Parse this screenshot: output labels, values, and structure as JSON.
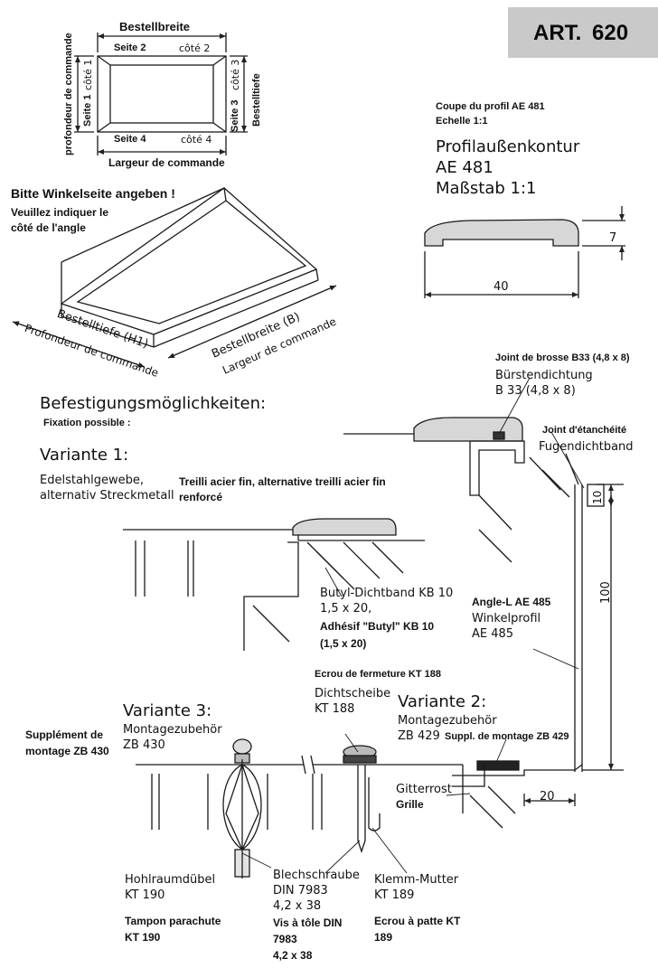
{
  "header": {
    "art_label": "ART.",
    "art_number": "620"
  },
  "order_diagram": {
    "bestellbreite": "Bestellbreite",
    "seite2": "Seite 2",
    "cote2": "côté 2",
    "seite1": "Seite 1",
    "cote1": "côté 1",
    "seite3": "Seite 3",
    "cote3": "côté 3",
    "seite4": "Seite 4",
    "cote4": "côté 4",
    "profondeur": "profondeur de commande",
    "bestelltiefe": "Bestelltiefe",
    "largeur": "Largeur de commande"
  },
  "angle_note": {
    "de": "Bitte Winkelseite angeben !",
    "fr_line1": "Veuillez indiquer le",
    "fr_line2": "côté de l'angle"
  },
  "perspective_labels": {
    "bestellbreite_b": "Bestellbreite (B)",
    "largeur": "Largeur de commande",
    "bestelltiefe_h1": "Bestelltiefe (H1)",
    "profondeur": "Profondeur de commande"
  },
  "profile": {
    "coupe_line1": "Coupe du profil AE 481",
    "coupe_line2": "Echelle 1:1",
    "title_line1": "Profilaußenkontur",
    "title_line2": "AE 481",
    "title_line3": "Maßstab 1:1",
    "dim_height": "7",
    "dim_width": "40"
  },
  "fixation": {
    "title_de": "Befestigungsmöglichkeiten:",
    "title_fr": "Fixation possible :"
  },
  "variante1": {
    "title": "Variante 1:",
    "mesh_de_line1": "Edelstahlgewebe,",
    "mesh_de_line2": "alternativ Streckmetall",
    "mesh_fr_line1": "Treilli acier fin, alternative treilli acier fin",
    "mesh_fr_line2": "renforcé",
    "butyl_line1": "Butyl-Dichtband KB 10",
    "butyl_line2": "1,5 x 20,",
    "butyl_fr_line1": "Adhésif \"Butyl\" KB 10",
    "butyl_fr_line2": "(1,5 x  20)"
  },
  "brush_seal": {
    "fr": "Joint de brosse B33 (4,8 x 8)",
    "de_line1": "Bürstendichtung",
    "de_line2": "B 33 (4,8 x 8)"
  },
  "joint_seal": {
    "fr": "Joint d'étanchéité",
    "de": "Fugendichtband"
  },
  "angle_profile": {
    "fr": "Angle-L AE 485",
    "de_line1": "Winkelprofil",
    "de_line2": "AE 485",
    "dim_10": "10",
    "dim_100": "100",
    "dim_20": "20"
  },
  "nut_fr": "Ecrou de fermeture KT 188",
  "dichtscheibe": {
    "line1": "Dichtscheibe",
    "line2": "KT 188"
  },
  "variante2": {
    "title": "Variante 2:",
    "montage": "Montagezubehör",
    "zb429": "ZB 429",
    "zb429_fr": "Suppl. de montage ZB 429"
  },
  "variante3": {
    "title": "Variante 3:",
    "montage": "Montagezubehör",
    "zb430": "ZB 430",
    "supp_fr_line1": "Supplément de",
    "supp_fr_line2": "montage ZB 430"
  },
  "gitterrost": {
    "de": "Gitterrost",
    "fr": "Grille"
  },
  "hohlraum": {
    "line1": "Hohlraumdübel",
    "line2": "KT 190",
    "fr_line1": "Tampon parachute",
    "fr_line2": "KT 190"
  },
  "blechschraube": {
    "line1": "Blechschraube",
    "line2": "DIN 7983",
    "line3": "4,2 x 38",
    "fr_line1": "Vis à tôle DIN",
    "fr_line2": "7983",
    "fr_line3": "4,2 x 38"
  },
  "klemm": {
    "line1": "Klemm-Mutter",
    "line2": "KT 189",
    "fr_line1": "Ecrou à patte KT",
    "fr_line2": "189"
  }
}
